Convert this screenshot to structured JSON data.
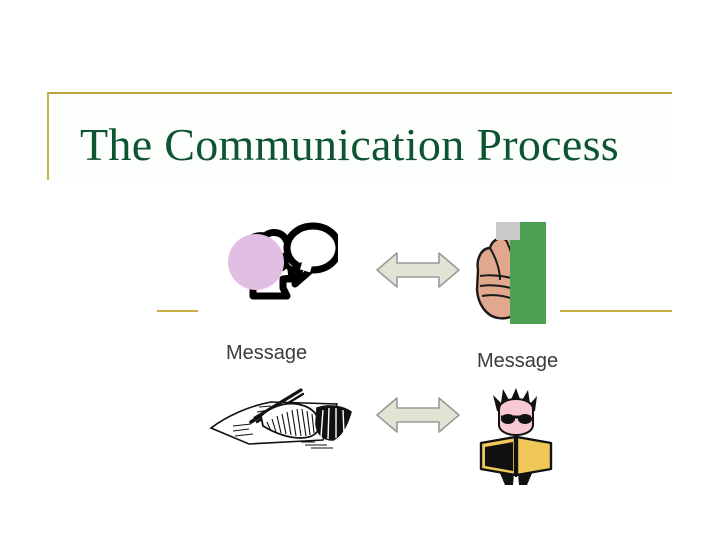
{
  "slide": {
    "title": "The Communication Process",
    "background_color": "#ffffff",
    "title_color": "#0d5430",
    "accent_color": "#c8ad49"
  },
  "diagram": {
    "labels": {
      "message_left": "Message",
      "message_right": "Message"
    },
    "icons": {
      "speaker": "person-speaking-icon",
      "speech_bubble": "speech-bubble-icon",
      "listener": "hand-cupped-to-ear-icon",
      "writer": "hand-writing-with-pen-icon",
      "reader": "person-reading-book-icon",
      "arrow_top": "double-headed-arrow-icon",
      "arrow_bottom": "double-headed-arrow-icon"
    },
    "colors": {
      "arrow_fill": "#dfe5d2",
      "arrow_stroke": "#9a9a9a",
      "hair_blob": "#e0bfe2",
      "listener_panel_green": "#4ba054",
      "listener_panel_gray": "#c9c9c9",
      "skin": "#e2a88e",
      "book": "#f0c85a",
      "label_text": "#3b3b3b"
    }
  },
  "decorations": {
    "rule_left": "gold-rule",
    "rule_right": "gold-rule",
    "title_frame": "gold-corner-frame"
  }
}
